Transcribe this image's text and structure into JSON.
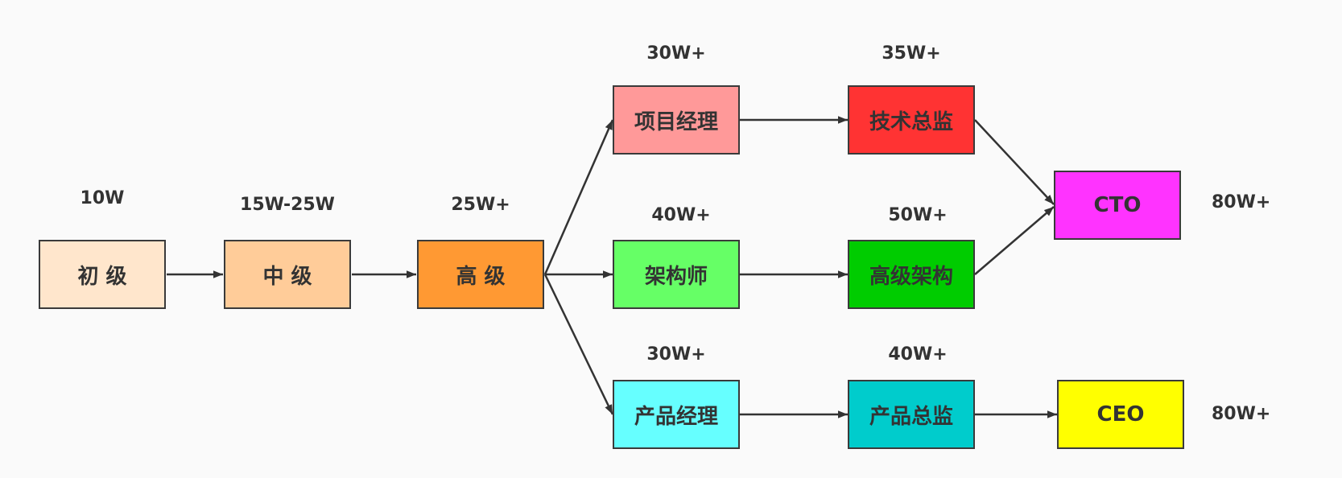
{
  "nodes": {
    "junior": {
      "label": "初 级",
      "salary": "10W",
      "color": "#ffe6cc"
    },
    "mid": {
      "label": "中 级",
      "salary": "15W-25W",
      "color": "#ffcc99"
    },
    "senior": {
      "label": "高 级",
      "salary": "25W+",
      "color": "#ff9933"
    },
    "pm": {
      "label": "项目经理",
      "salary": "30W+",
      "color": "#ff9999"
    },
    "tech_director": {
      "label": "技术总监",
      "salary": "35W+",
      "color": "#ff3333"
    },
    "architect": {
      "label": "架构师",
      "salary": "40W+",
      "color": "#66ff66"
    },
    "senior_architect": {
      "label": "高级架构",
      "salary": "50W+",
      "color": "#00cc00"
    },
    "product_manager": {
      "label": "产品经理",
      "salary": "30W+",
      "color": "#66ffff"
    },
    "product_director": {
      "label": "产品总监",
      "salary": "40W+",
      "color": "#00cccc"
    },
    "cto": {
      "label": "CTO",
      "salary": "80W+",
      "color": "#ff33ff"
    },
    "ceo": {
      "label": "CEO",
      "salary": "80W+",
      "color": "#ffff00"
    }
  },
  "edges": [
    [
      "junior",
      "mid"
    ],
    [
      "mid",
      "senior"
    ],
    [
      "senior",
      "pm"
    ],
    [
      "senior",
      "architect"
    ],
    [
      "senior",
      "product_manager"
    ],
    [
      "pm",
      "tech_director"
    ],
    [
      "architect",
      "senior_architect"
    ],
    [
      "product_manager",
      "product_director"
    ],
    [
      "tech_director",
      "cto"
    ],
    [
      "senior_architect",
      "cto"
    ],
    [
      "product_director",
      "ceo"
    ]
  ],
  "line_color": "#333333"
}
